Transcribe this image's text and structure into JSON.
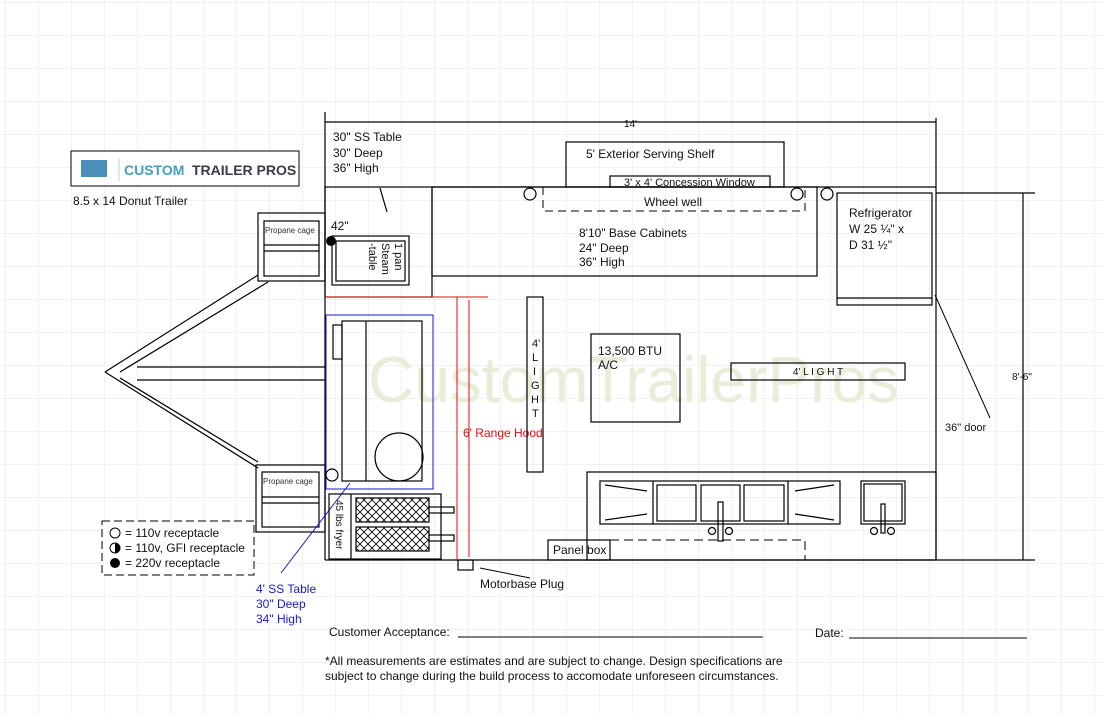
{
  "logo": {
    "brand_a": "CUSTOM",
    "brand_b": "TRAILER PROS",
    "subtitle": "8.5 x 14 Donut Trailer"
  },
  "watermark": "CustomTrailerPros",
  "dimensions": {
    "length": "14'",
    "width": "8'-6\""
  },
  "labels": {
    "ss_table": [
      "30\" SS Table",
      "30\" Deep",
      "36\" High"
    ],
    "serving_shelf": "5' Exterior Serving Shelf",
    "concession_window": "3' x 4' Concession Window",
    "wheel_well": "Wheel well",
    "base_cabinets": [
      "8'10\" Base Cabinets",
      "24\" Deep",
      "36\" High"
    ],
    "refrigerator": [
      "Refrigerator",
      "W 25 ¼\" x",
      "D 31 ½\""
    ],
    "door": "36\" door",
    "ac": [
      "13,500 BTU",
      "A/C"
    ],
    "light_vertical": [
      "4'",
      "L",
      "I",
      "G",
      "H",
      "T"
    ],
    "light_horizontal": "4' L I G H T",
    "range_hood": "6' Range Hood",
    "steam_table": [
      "1 pan",
      "Steam",
      "-table"
    ],
    "steam_height": "42\"",
    "propane_top": "Propane cage",
    "propane_bottom": "Propane cage",
    "fryer": "45 lbs fryer",
    "panel_box": "Panel box",
    "motorbase": "Motorbase Plug",
    "ss_table_4": [
      "4' SS Table",
      "30\" Deep",
      "34\" High"
    ]
  },
  "legend": [
    "= 110v receptacle",
    "= 110v, GFI receptacle",
    "= 220v receptacle"
  ],
  "footer": {
    "acceptance": "Customer Acceptance:",
    "date": "Date:",
    "disclaimer": [
      "*All measurements are estimates and are subject to change. Design specifications are",
      "subject to change during the build process to accomodate unforeseen circumstances."
    ]
  },
  "colors": {
    "hood": "#e01010",
    "table": "#1a1acc",
    "grid": "#e3e3e3"
  }
}
